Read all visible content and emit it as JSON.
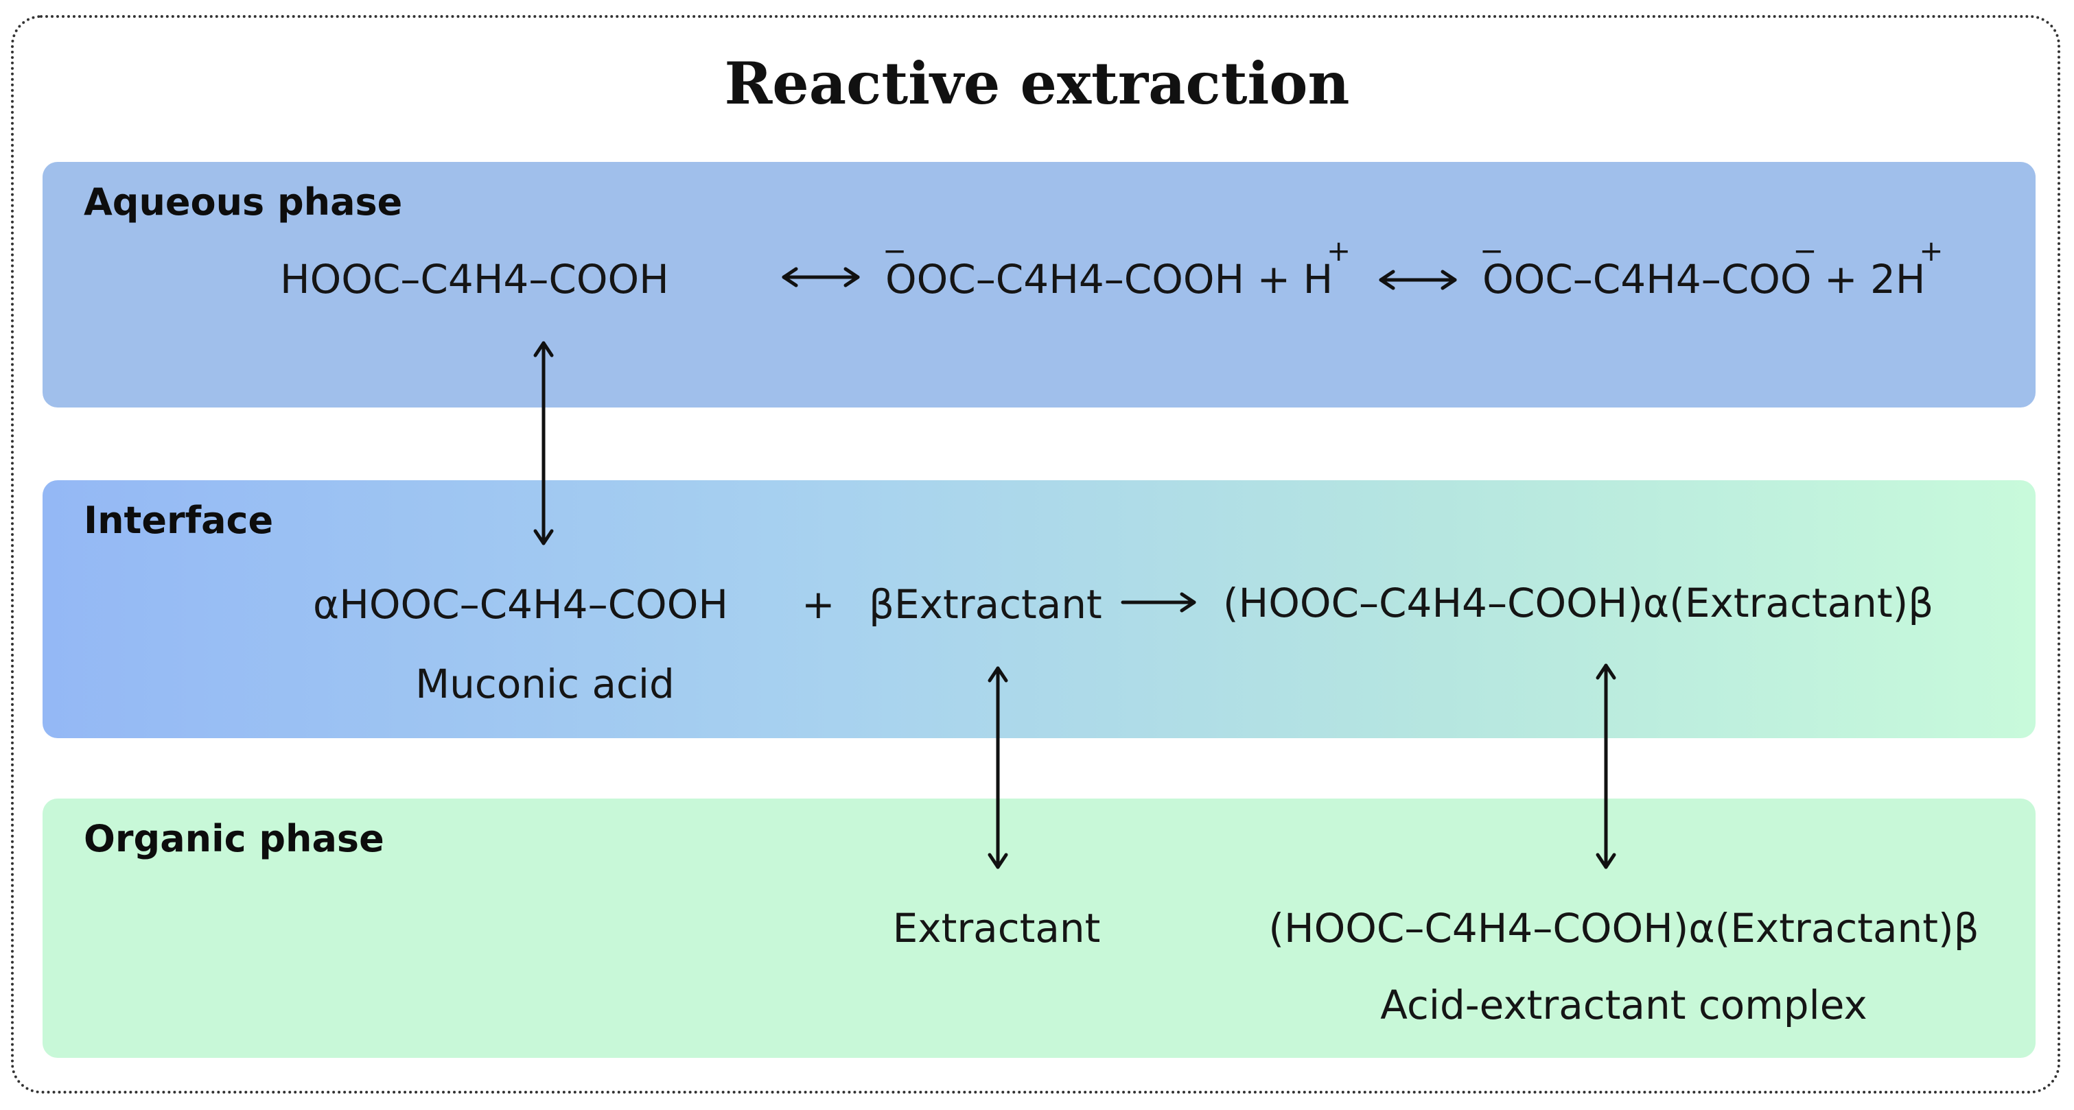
{
  "title": "Reactive extraction",
  "colors": {
    "aqueous": "#a0bfeb",
    "interface_left": "#94b8f5",
    "interface_mid": "#a8d2ef",
    "interface_right": "#c8fadb",
    "organic": "#c8f8d8",
    "arrow": "#111111"
  },
  "aqueous": {
    "label": "Aqueous phase",
    "acid": "HOOC–C4H4–COOH",
    "monoanion": "OOC–C4H4–COOH",
    "anion_charge": "−",
    "plus_h": " + H",
    "proton_charge": "+",
    "dianion_part1": "OOC–C4H4–COO",
    "plus_2h": " + 2H"
  },
  "interface": {
    "label": "Interface",
    "acid": "αHOOC–C4H4–COOH",
    "plus": "+",
    "extractant": "βExtractant",
    "complex": "(HOOC–C4H4–COOH)α(Extractant)β",
    "acid_caption": "Muconic acid"
  },
  "organic": {
    "label": "Organic phase",
    "extractant": "Extractant",
    "complex": "(HOOC–C4H4–COOH)α(Extractant)β",
    "complex_caption": "Acid-extractant complex"
  }
}
